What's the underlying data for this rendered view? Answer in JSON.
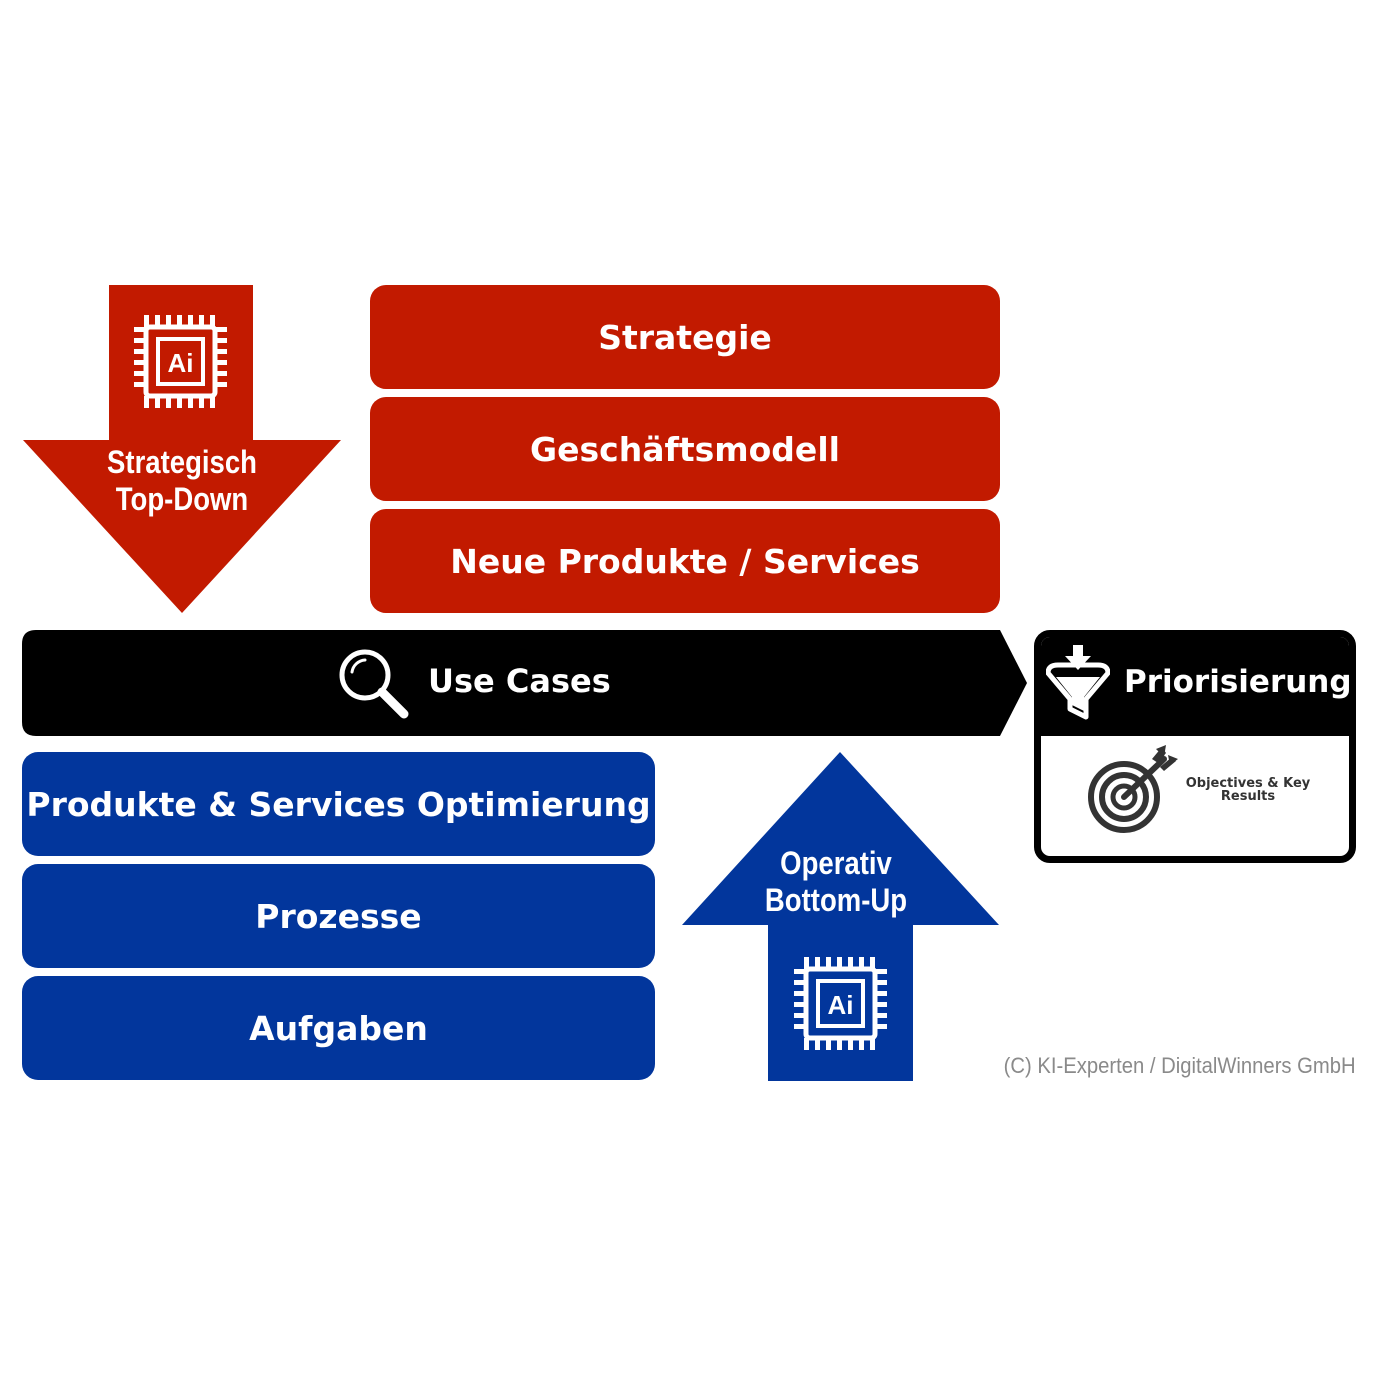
{
  "top_down": {
    "line1": "Strategisch",
    "line2": "Top-Down",
    "color": "#c21a00",
    "icon": "ai-chip-icon"
  },
  "bottom_up": {
    "line1": "Operativ",
    "line2": "Bottom-Up",
    "color": "#02369c",
    "icon": "ai-chip-icon"
  },
  "strategic_levels": [
    "Strategie",
    "Geschäftsmodell",
    "Neue Produkte / Services"
  ],
  "operative_levels": [
    "Produkte & Services Optimierung",
    "Prozesse",
    "Aufgaben"
  ],
  "use_cases": {
    "label": "Use Cases",
    "icon": "magnifier-icon"
  },
  "priorisierung": {
    "label": "Priorisierung",
    "icon": "funnel-icon",
    "okr_label": "Objectives & Key Results",
    "okr_icon": "target-arrow-icon"
  },
  "chip_text": "Ai",
  "copyright": "(C) KI-Experten / DigitalWinners GmbH"
}
